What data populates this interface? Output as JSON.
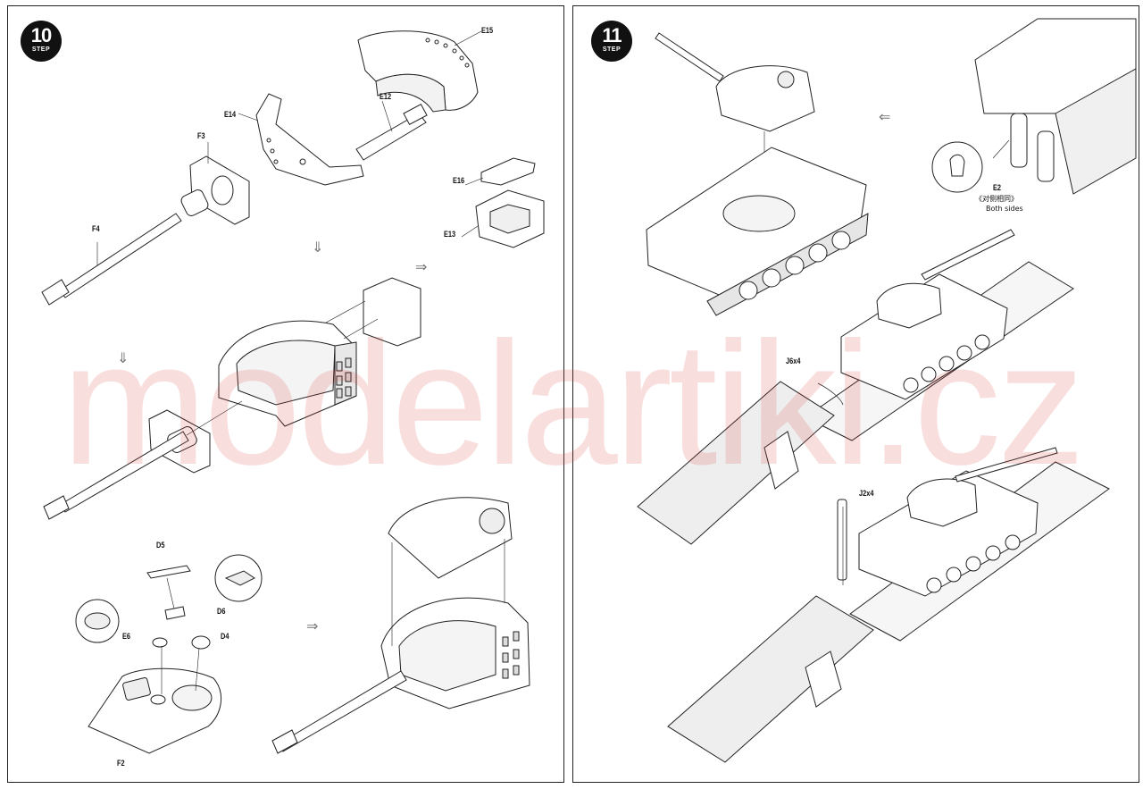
{
  "left_page": {
    "step": {
      "number": "10",
      "label": "STEP"
    },
    "parts": {
      "e15": "E15",
      "e14": "E14",
      "e12": "E12",
      "f3": "F3",
      "f4": "F4",
      "e16": "E16",
      "e13": "E13",
      "d5": "D5",
      "d6": "D6",
      "e6": "E6",
      "d4": "D4",
      "f2": "F2"
    }
  },
  "right_page": {
    "step": {
      "number": "11",
      "label": "STEP"
    },
    "parts": {
      "e2": "E2",
      "j6": "J6x4",
      "j2": "J2x4"
    },
    "note_cn": "《对侧相同》",
    "note_en": "Both sides"
  },
  "watermark": "modelartiki.cz",
  "icons": [
    "down-arrow-icon",
    "left-arrow-icon",
    "right-arrow-icon"
  ]
}
